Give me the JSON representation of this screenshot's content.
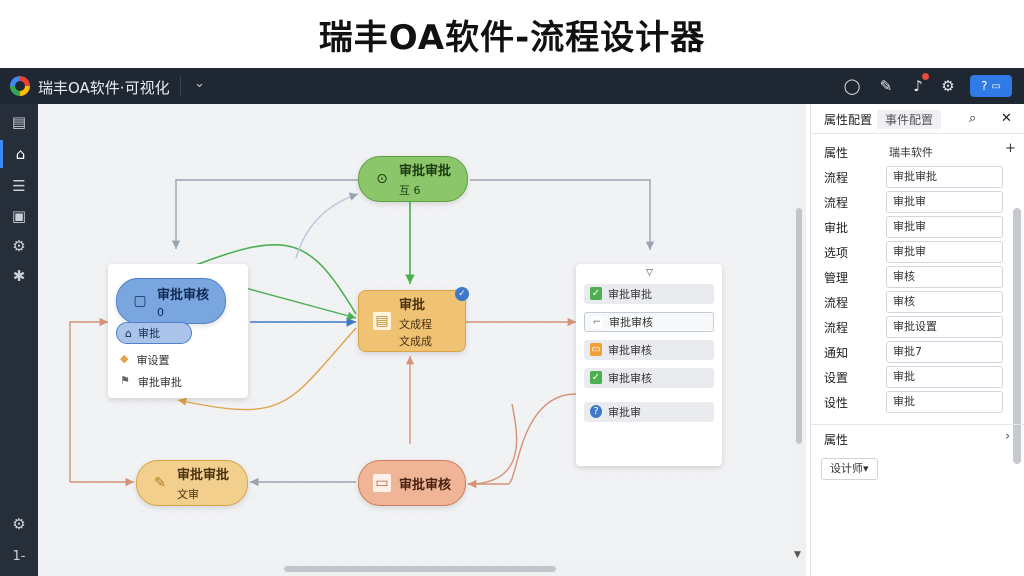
{
  "banner": {
    "title": "瑞丰OA软件-流程设计器"
  },
  "app": {
    "title": "瑞丰OA软件·可视化",
    "dropdown_icon": "chevron-down-icon"
  },
  "topbar": {
    "icons": [
      "bell-icon",
      "brush-icon",
      "notification-icon",
      "gear-icon"
    ],
    "help_label": "?"
  },
  "leftrail": {
    "icons": [
      "document-icon",
      "home-icon",
      "list-icon",
      "clipboard-icon",
      "settings-icon",
      "gear-icon"
    ],
    "bottom_icons": [
      "gear-icon"
    ],
    "bottom_label": "1-"
  },
  "nodes": {
    "top": {
      "title": "审批审批",
      "sub": "互 6",
      "color": "#8cc66b",
      "border": "#5da043"
    },
    "center": {
      "title": "审批",
      "sub1": "文成程",
      "sub2": "文成成",
      "color": "#f0c374",
      "border": "#d9a448"
    },
    "bottom_left": {
      "title": "审批审批",
      "sub": "文审",
      "color": "#f2cf8c",
      "border": "#d9a448"
    },
    "bottom_center": {
      "title": "审批审核",
      "color": "#efb596",
      "border": "#cf7e5a"
    }
  },
  "left_card": {
    "node_title": "审批审核",
    "node_sub": "0",
    "chip_label": "审批",
    "item1": "审设置",
    "item2": "审批审批"
  },
  "right_card": {
    "rows": [
      {
        "icon": "check-icon",
        "label": "审批审批"
      },
      {
        "icon": "edit-icon",
        "label": "审批审核"
      },
      {
        "icon": "folder-icon",
        "label": "审批审核"
      },
      {
        "icon": "check-icon",
        "label": "审批审核"
      },
      {
        "icon": "help-icon",
        "label": "审批审"
      }
    ]
  },
  "panel": {
    "tab1": "属性配置",
    "tab2": "事件配置",
    "search_icon": "search-icon",
    "close_icon": "close-icon",
    "props": [
      {
        "label": "属性",
        "value": "瑞丰软件"
      },
      {
        "label": "流程",
        "value": "审批审批"
      },
      {
        "label": "流程",
        "value": "审批审"
      },
      {
        "label": "审批",
        "value": "审批审"
      },
      {
        "label": "选项",
        "value": "审批审"
      },
      {
        "label": "管理",
        "value": "审核"
      },
      {
        "label": "流程",
        "value": "审核"
      },
      {
        "label": "流程",
        "value": "审批设置"
      },
      {
        "label": "通知",
        "value": "审批7"
      },
      {
        "label": "设置",
        "value": "审批"
      },
      {
        "label": "设性",
        "value": "审批"
      }
    ],
    "section_title": "属性",
    "save_label": "设计师▾"
  }
}
